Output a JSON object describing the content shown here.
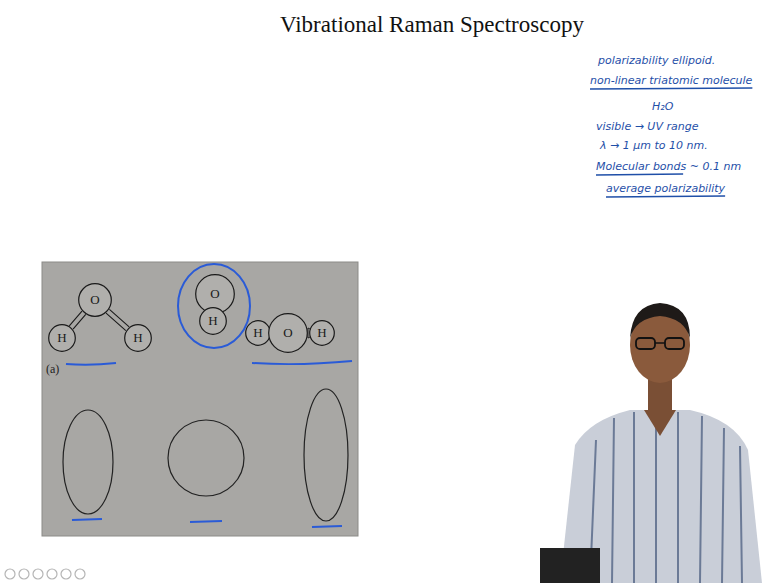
{
  "diagram": {
    "title": "Vibrational Raman Spectroscopy",
    "nodes": [
      {
        "text": [
          "O"
        ]
      },
      {
        "text": [
          "H"
        ]
      },
      {
        "text": [
          "H"
        ]
      },
      {
        "text": [
          "O"
        ]
      },
      {
        "text": [
          "H"
        ]
      },
      {
        "text": [
          "H"
        ]
      },
      {
        "text": [
          "O"
        ]
      },
      {
        "text": [
          "H"
        ]
      }
    ],
    "edges": [
      {
        "from": 0,
        "to": 1,
        "arrow": "none"
      },
      {
        "from": 0,
        "to": 2,
        "arrow": "none"
      }
    ],
    "labels": [
      "(a)",
      "polarizability ellipoid.",
      "non-linear triatomic molecule",
      "H₂O",
      "visible → UV range",
      "λ → 1 μm to 10 nm.",
      "Molecular bonds ~ 0.1 nm",
      "average polarizability"
    ]
  }
}
